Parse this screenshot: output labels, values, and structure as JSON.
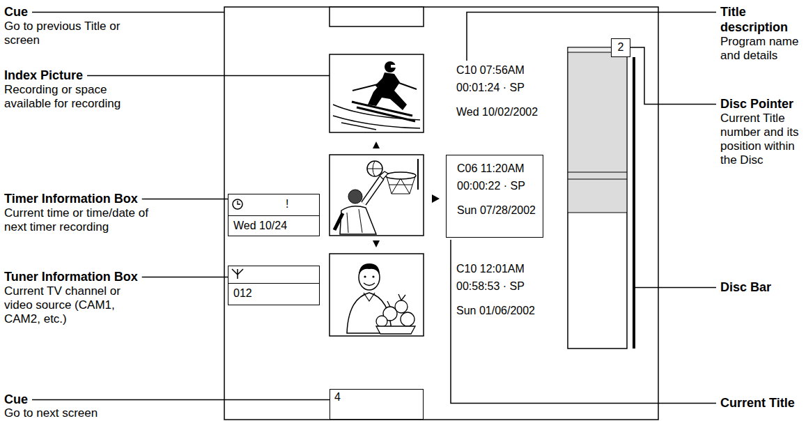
{
  "diagram": {
    "nodes": [
      {
        "text": [
          "!",
          "Wed 10/24"
        ]
      },
      {
        "text": [
          "012"
        ]
      },
      {
        "text": [
          "C06 11:20AM",
          "00:00:22 · SP",
          "Sun 07/28/2002"
        ]
      },
      {
        "text": [
          "2"
        ]
      },
      {
        "text": [
          "4"
        ]
      }
    ],
    "labels": [
      "Cue",
      "Go to previous Title or screen",
      "Index Picture",
      "Recording or space available for recording",
      "Timer Information Box",
      "Current time or time/date of next timer recording",
      "Tuner Information Box",
      "Current TV channel or video source (CAM1, CAM2, etc.)",
      "Cue",
      "Go to next screen",
      "Title description",
      "Program name and details",
      "Disc Pointer",
      "Current Title number and its position within the Disc",
      "Disc Bar",
      "Current Title",
      "C10 07:56AM",
      "00:01:24 · SP",
      "Wed 10/02/2002",
      "C10 12:01AM",
      "00:58:53 · SP",
      "Sun 01/06/2002"
    ]
  }
}
